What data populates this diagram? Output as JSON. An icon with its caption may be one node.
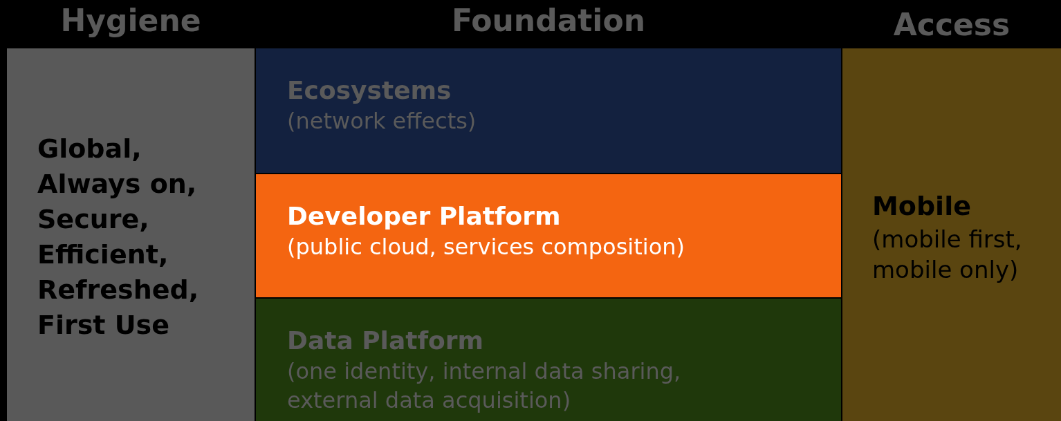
{
  "diagram": {
    "nodes": [
      {
        "text": [
          "Hygiene",
          "Global, Always on, Secure, Efficient, Refreshed, First Use"
        ]
      },
      {
        "text": [
          "Foundation"
        ]
      },
      {
        "text": [
          "Ecosystems",
          "(network effects)"
        ],
        "in": 1
      },
      {
        "text": [
          "Developer Platform",
          "(public cloud, services composition)"
        ],
        "in": 1
      },
      {
        "text": [
          "Data Platform",
          "(one identity, internal data sharing, external data acquisition)"
        ],
        "in": 1
      },
      {
        "text": [
          "Access",
          "Mobile",
          "(mobile first, mobile only)"
        ]
      }
    ]
  }
}
